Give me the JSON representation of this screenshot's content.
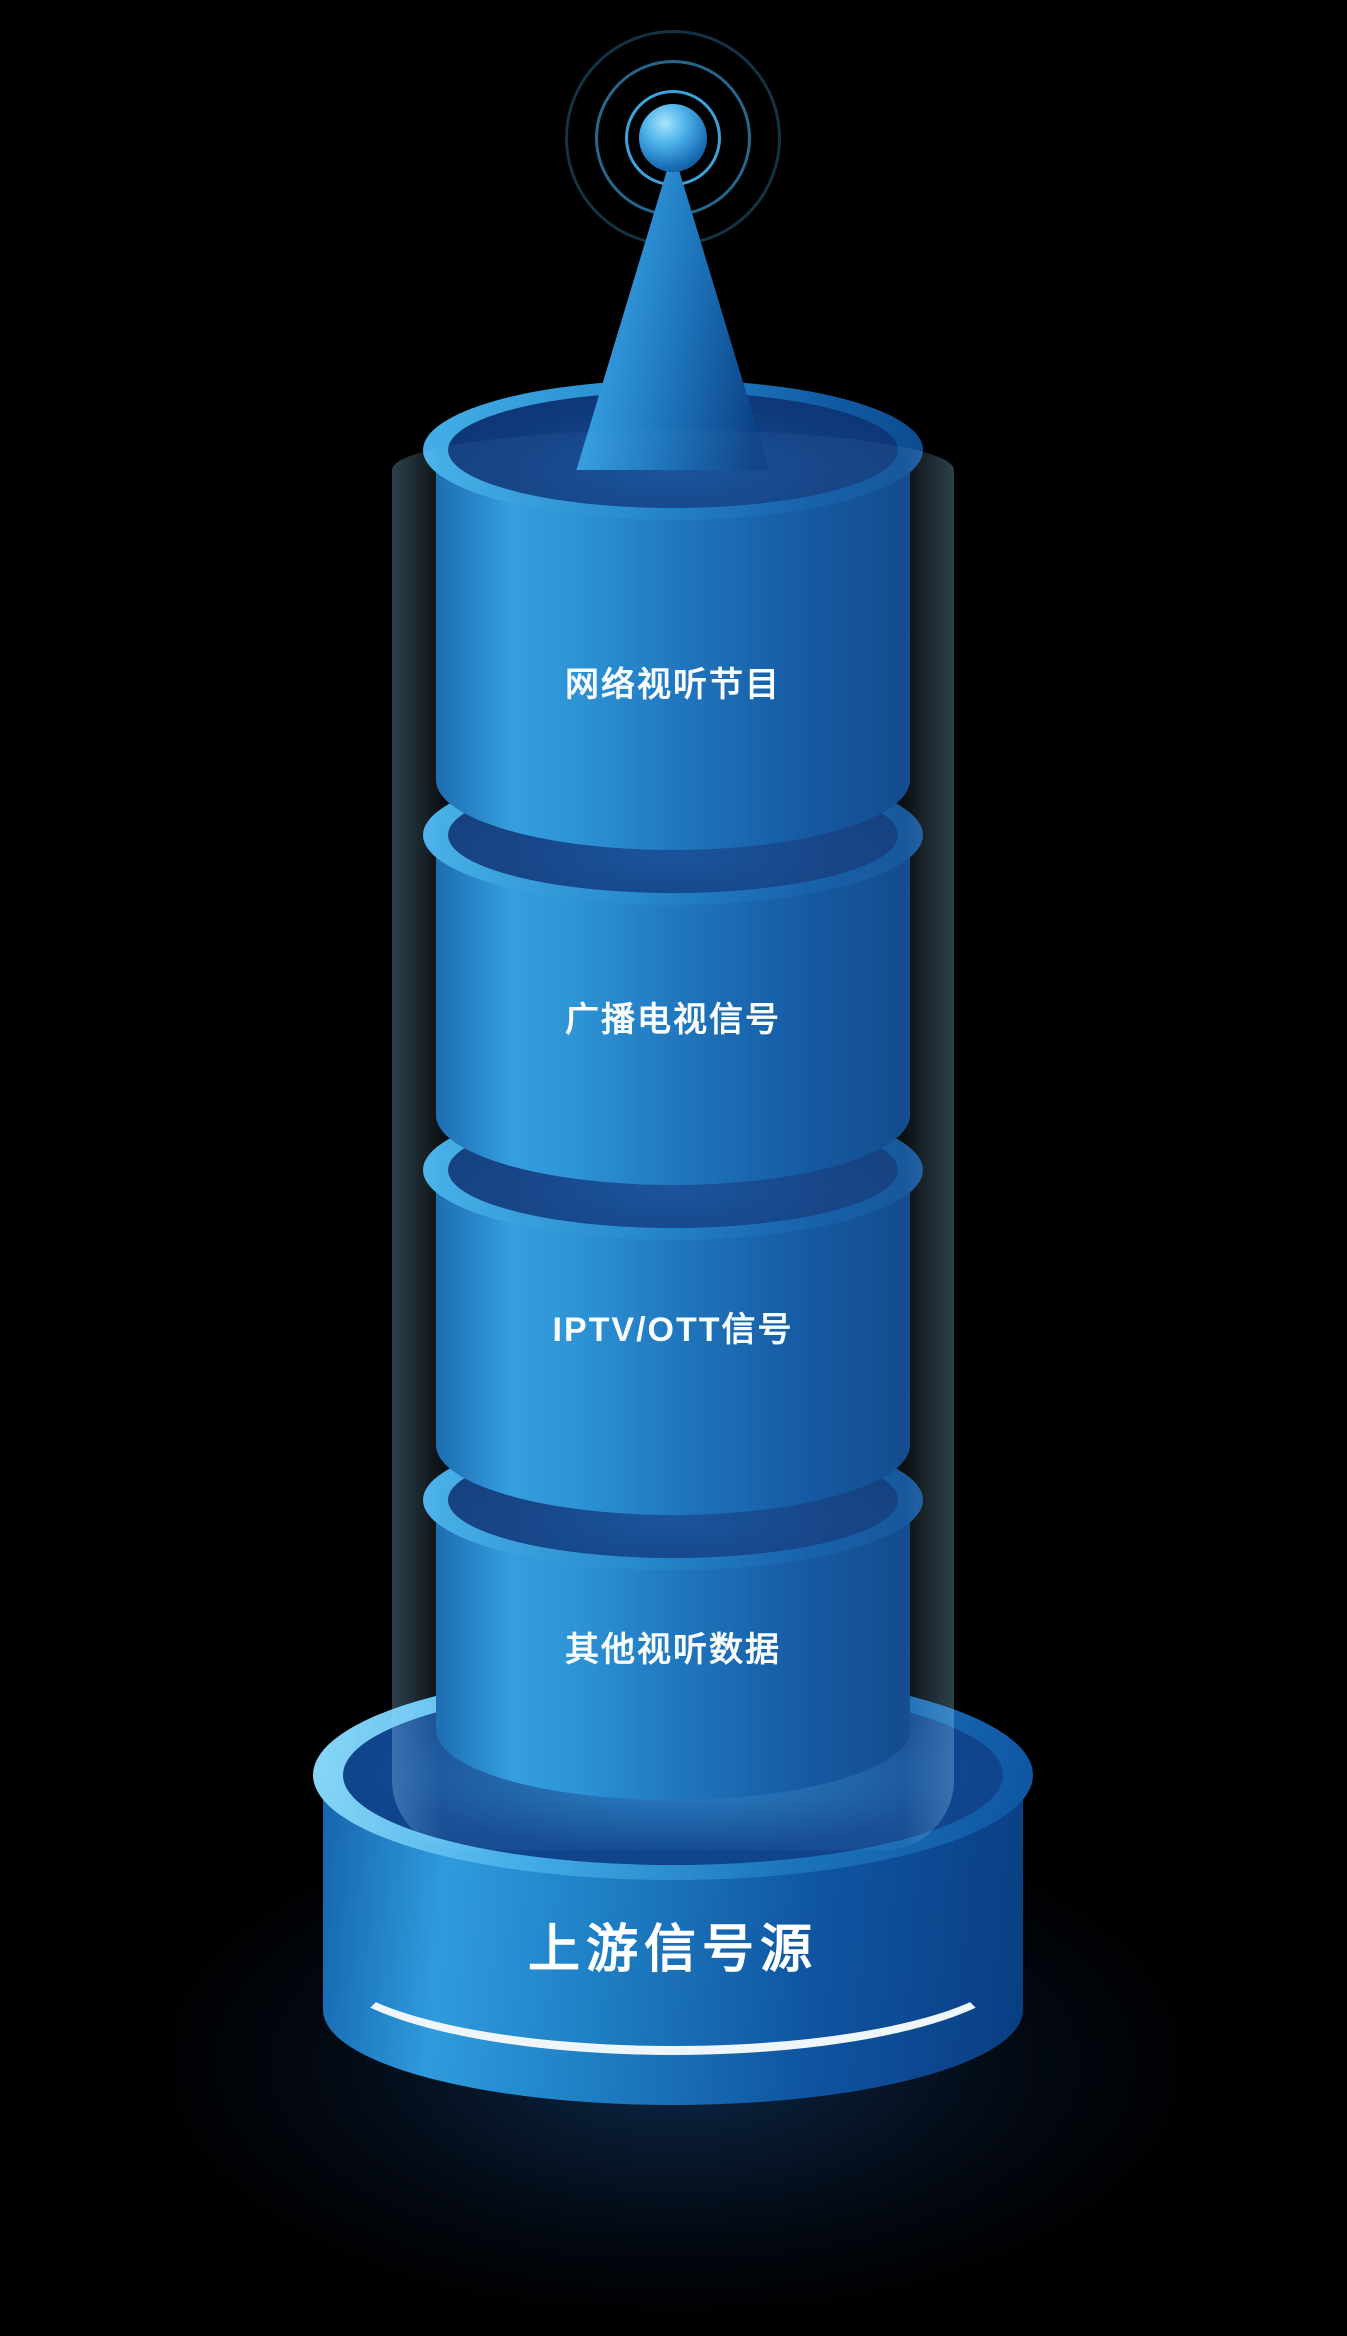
{
  "diagram": {
    "segments": [
      {
        "label": "网络视听节目"
      },
      {
        "label": "广播电视信号"
      },
      {
        "label": "IPTV/OTT信号"
      },
      {
        "label": "其他视听数据"
      }
    ],
    "base": {
      "label": "上游信号源"
    },
    "icons": {
      "antenna_ball": "antenna-beacon",
      "antenna_cone": "antenna-mast",
      "signal_rings": "radiating-signal-waves"
    },
    "colors": {
      "background": "#000000",
      "cylinder_bright": "#2f9bdd",
      "cylinder_dark": "#0a4084",
      "rim_light": "#45b0e8",
      "base_rim_light": "#8ed9f8",
      "socket_dark": "#0c3170",
      "stripe": "#eef6fc",
      "text": "#ffffff"
    }
  }
}
